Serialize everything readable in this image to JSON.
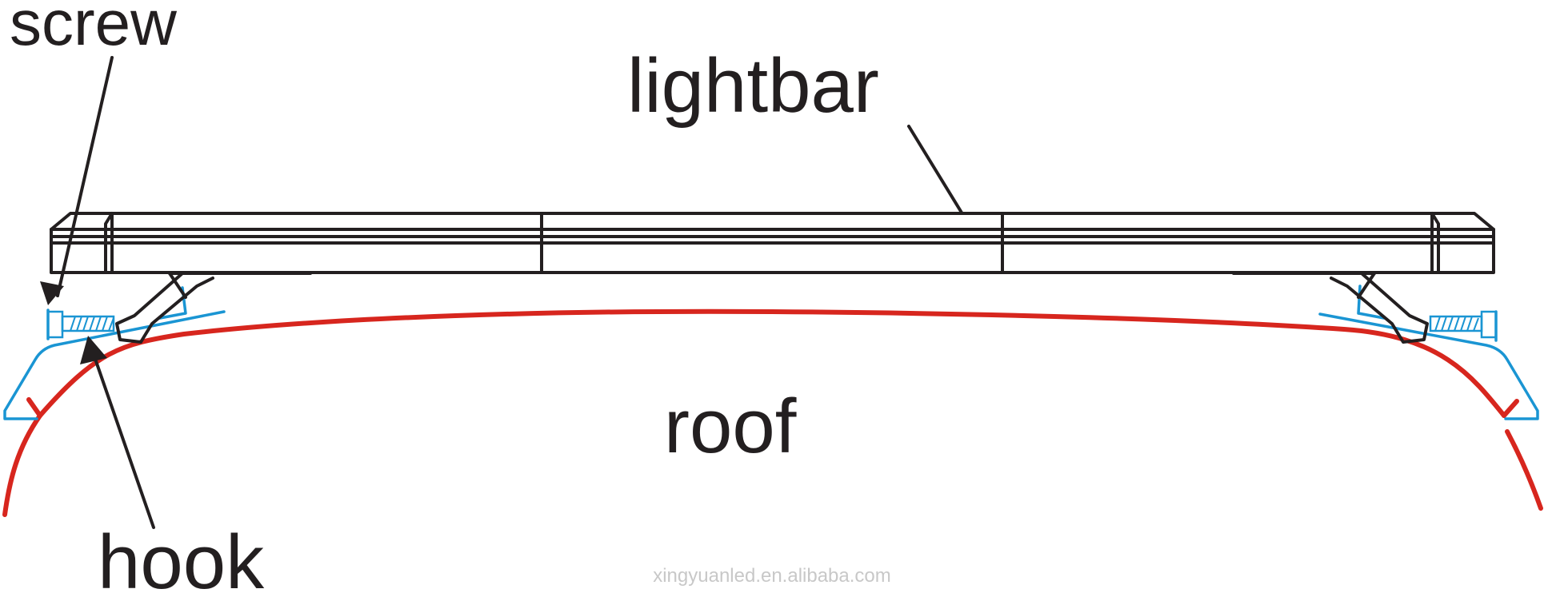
{
  "labels": {
    "screw": "screw",
    "lightbar": "lightbar",
    "roof": "roof",
    "hook": "hook"
  },
  "watermark": "xingyuanled.en.alibaba.com",
  "colors": {
    "outline": "#231f20",
    "roof": "#d7261e",
    "hook": "#1a95d3",
    "watermark": "#c8c8c8"
  }
}
